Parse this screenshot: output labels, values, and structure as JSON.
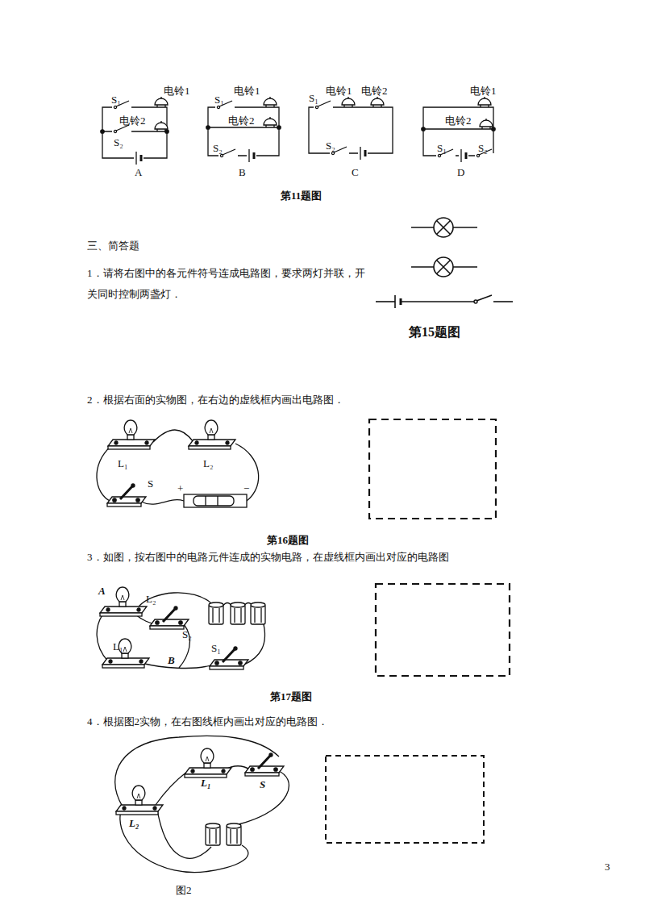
{
  "diagram": {
    "caption": "第11题图",
    "labels": [
      "S₁",
      "电铃1",
      "电铃2",
      "S₂",
      "A",
      "S₁",
      "电铃1",
      "电铃2",
      "S₂",
      "B",
      "S₁",
      "电铃1",
      "电铃2",
      "S₂",
      "C",
      "电铃1",
      "电铃2",
      "S₁",
      "S₂",
      "D",
      "三、简答题",
      "1．请将右图中的各元件符号连成电路图，要求两灯并联，开关同时控制两盏灯．",
      "第15题图",
      "2．根据右面的实物图，在右边的虚线框内画出电路图．",
      "L₁",
      "L₂",
      "S",
      "+",
      "−",
      "第16题图",
      "3．如图，按右图中的电路元件连成的实物电路，在虚线框内画出对应的电路图",
      "A",
      "L₂",
      "S₂",
      "L₁",
      "B",
      "S₁",
      "第17题图",
      "4．根据图2实物，在右图线框内画出对应的电路图．",
      "L₁",
      "S",
      "L₂",
      "图2",
      "3"
    ]
  }
}
